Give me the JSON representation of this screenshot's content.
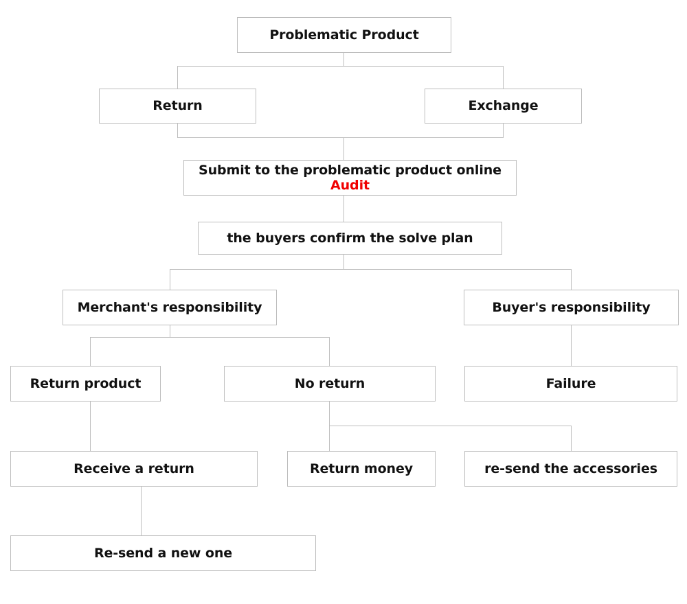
{
  "diagram": {
    "title": "Problematic Product return and exchange process flowchart",
    "accent_color": "#f00000",
    "border_color": "#bdbdbd",
    "text_color": "#111111",
    "background": "#ffffff",
    "nodes": {
      "problematic_product": "Problematic Product",
      "return": "Return",
      "exchange": "Exchange",
      "submit_line1": "Submit to the problematic product online",
      "submit_line2": "Audit",
      "buyers_confirm": "the buyers confirm the solve plan",
      "merchant_responsibility": "Merchant's responsibility",
      "buyer_responsibility": "Buyer's responsibility",
      "return_product": "Return product",
      "no_return": "No return",
      "failure": "Failure",
      "receive_a_return": "Receive a return",
      "return_money": "Return money",
      "resend_accessories": "re-send the accessories",
      "resend_new_one": "Re-send a new one"
    }
  }
}
